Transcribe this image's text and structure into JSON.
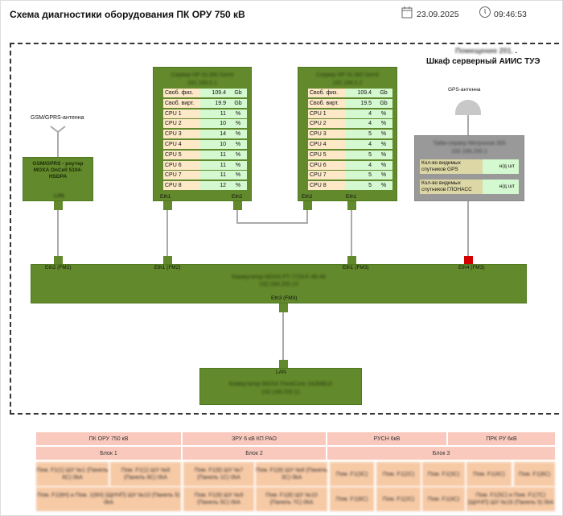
{
  "header": {
    "title": "Схема диагностики оборудования ПК ОРУ 750 кВ",
    "date": "23.09.2025",
    "time": "09:46:53",
    "date_icon": "calendar-icon",
    "time_icon": "clock-icon"
  },
  "cabinet": {
    "room": "Помещение 201.",
    "name": "Шкаф серверный АИИС ТУЭ"
  },
  "gsm": {
    "antenna_label": "GSM/GPRS-антенна",
    "router_label": "GSM/GPRS - роутер MOXA OnCell 5104-HSDPA",
    "port": "LAN"
  },
  "servers": [
    {
      "name": "Сервер HP DL380 Gen9",
      "ip": "192.168.0.1",
      "rows": [
        [
          "Своб. физ.",
          "109.4",
          "Gb"
        ],
        [
          "Своб. вирт.",
          "19.9",
          "Gb"
        ],
        [
          "CPU 1",
          "11",
          "%"
        ],
        [
          "CPU 2",
          "10",
          "%"
        ],
        [
          "CPU 3",
          "14",
          "%"
        ],
        [
          "CPU 4",
          "10",
          "%"
        ],
        [
          "CPU 5",
          "11",
          "%"
        ],
        [
          "CPU 6",
          "11",
          "%"
        ],
        [
          "CPU 7",
          "11",
          "%"
        ],
        [
          "CPU 8",
          "12",
          "%"
        ]
      ],
      "ports": [
        "Eth1",
        "Eth2"
      ]
    },
    {
      "name": "Сервер HP DL380 Gen9",
      "ip": "192.168.0.2",
      "rows": [
        [
          "Своб. физ.",
          "109.4",
          "Gb"
        ],
        [
          "Своб. вирт.",
          "19.5",
          "Gb"
        ],
        [
          "CPU 1",
          "4",
          "%"
        ],
        [
          "CPU 2",
          "4",
          "%"
        ],
        [
          "CPU 3",
          "5",
          "%"
        ],
        [
          "CPU 4",
          "4",
          "%"
        ],
        [
          "CPU 5",
          "5",
          "%"
        ],
        [
          "CPU 6",
          "4",
          "%"
        ],
        [
          "CPU 7",
          "5",
          "%"
        ],
        [
          "CPU 8",
          "5",
          "%"
        ]
      ],
      "ports": [
        "Eth2",
        "Eth1"
      ]
    }
  ],
  "gps": {
    "antenna_label": "GPS-антенна",
    "server_name": "Тайм-сервер Метроном 300",
    "server_ip": "192.168.200.1",
    "rows": [
      [
        "Кол-во видимых спутников GPS",
        "н/д",
        "шт"
      ],
      [
        "Кол-во видимых спутников ГЛОНАСС",
        "н/д",
        "шт"
      ]
    ]
  },
  "switch": {
    "name": "Коммутатор MOXA PT-7728-F-48-48",
    "ip": "192.168.200.10",
    "ports": [
      "Eth2 (FM2)",
      "Eth1 (FM2)",
      "Eth1 (FM3)",
      "Eth4 (FM3)",
      "Eth3 (FM3)"
    ],
    "port_status_colors": {
      "ok": "#62892b",
      "fault": "#d40000"
    }
  },
  "switch2": {
    "name": "Коммутатор MOXA ThinkCore 1A2MBLE",
    "ip": "192.168.200.11",
    "port": "LAN"
  },
  "table": {
    "row1": [
      "ПК ОРУ 750 кВ",
      "ЗРУ 6 кВ КП РАО",
      "РУСН 6кВ",
      "ПРК РУ 6кВ"
    ],
    "row2": [
      "Блок 1",
      "Блок 2",
      "Блок 3"
    ],
    "row3": [
      "Пом. F1(1) ШУ №1 (Панель 6С) 0kA",
      "Пом. F1(1) ШУ №8 (Панель 8С) 0kA",
      "Пом. F1(8) ШУ №7 (Панель 1С) 0kA",
      "Пом. F1(8) ШУ №8 (Панель 3С) 0kA",
      "Пом. F1(3С)",
      "Пом. F1(2С)",
      "Пом. F1(3С)",
      "Пом. F1(4С)",
      "Пом. F1(8С)"
    ],
    "row4": [
      "Пом. F1(6Н) и Пом. 1(6Н) (ЩНЧП) ШУ №10 (Панель 5) 0kA",
      "Пом. F1(8) ШУ №9 (Панель 5С) 0kA",
      "Пом. F1(8) ШУ №10 (Панель 7С) 0kA",
      "Пом. F1(8С)",
      "Пом. F1(2С)",
      "Пом. F1(4С)",
      "Пом. F1(5С) и Пом. F1(7С) (ЩНЧП) ШУ №18 (Панель 5) 0kA"
    ]
  }
}
